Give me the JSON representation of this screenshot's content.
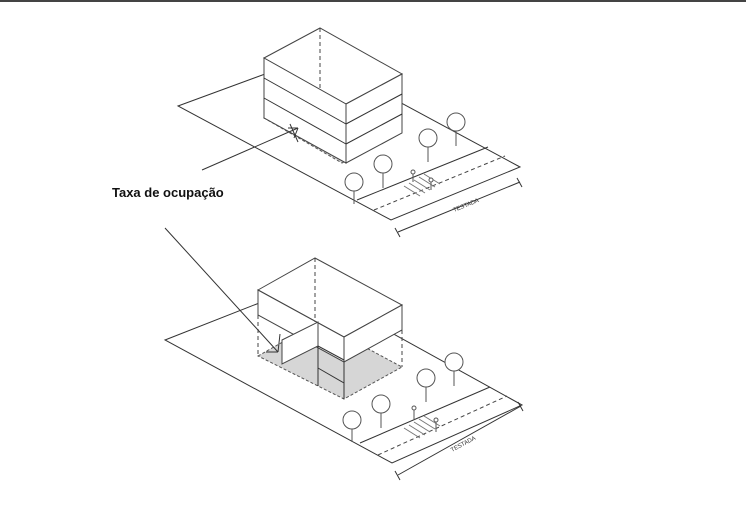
{
  "label": {
    "text": "Taxa de ocupação"
  },
  "diagrams": [
    {
      "frontage_label": "TESTADA",
      "pedestrian_icon": "pedestrian-icon",
      "tree_icon": "tree-icon"
    },
    {
      "frontage_label": "TESTADA",
      "pedestrian_icon": "pedestrian-icon",
      "tree_icon": "tree-icon"
    }
  ]
}
